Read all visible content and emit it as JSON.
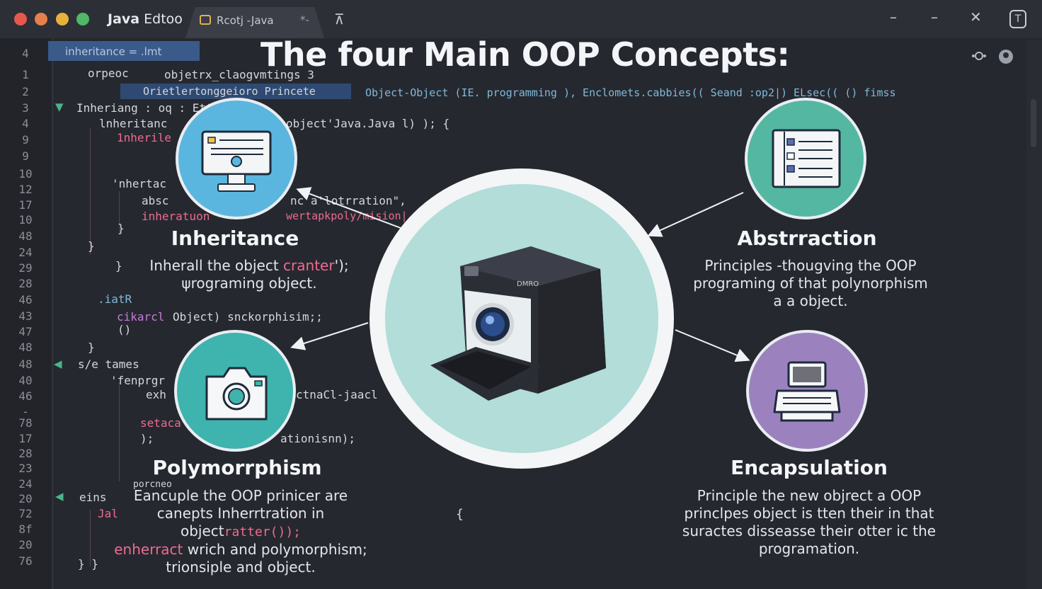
{
  "window": {
    "app_title_bold": "Java",
    "app_title_rest": "Edtoo",
    "tab_label": "Rcotj -Java",
    "tab_close_glyph": "*-",
    "tab_add_glyph": "⊼",
    "minimize_glyph": "–",
    "maximize_glyph": "–",
    "close_glyph": "✕",
    "corner_glyph": "T",
    "traffic_colors": [
      "#e5584c",
      "#e5804a",
      "#e6b13c",
      "#4fb968"
    ]
  },
  "editor": {
    "file_tab": "inheritance = .lmt",
    "line_numbers": [
      "4",
      "1",
      "2",
      "3",
      "4",
      "9",
      "9",
      "10",
      "12",
      "17",
      "10",
      "48",
      "24",
      "29",
      "28",
      "46",
      "43",
      "47",
      "48",
      "48",
      "40",
      "46",
      "-",
      "78",
      "17",
      "28",
      "23",
      "24",
      "20",
      "72",
      "8f",
      "20",
      "76"
    ],
    "code_lines": [
      {
        "text": "orpeoc",
        "color": "w"
      },
      {
        "text": "objetrx_claogvmtings 3",
        "color": "w"
      },
      {
        "text": "Orietlertonggeioro Princete",
        "color": "w"
      },
      {
        "text": "Object-Object (IE. programming  ),  Enclomets.cabbies(( Seand :op2|)  ELsec(( () fimss",
        "color": "b"
      },
      {
        "text": "Inheriang  :  oq             :  Ettons",
        "color": "w"
      },
      {
        "text": "lnheritanc",
        "color": "w"
      },
      {
        "text": "object'Java.Java l) );  {",
        "color": "w"
      },
      {
        "text": "1nherile",
        "color": "r"
      },
      {
        "text": "'nhertac",
        "color": "w"
      },
      {
        "text": "absc",
        "color": "w"
      },
      {
        "text": "nc a'lotrration\",",
        "color": "w"
      },
      {
        "text": "inheratuon",
        "color": "r"
      },
      {
        "text": "wertapkpoly/mision|",
        "color": "r"
      },
      {
        "text": ".iatR",
        "color": "b"
      },
      {
        "text": "cikarcl",
        "color": "p"
      },
      {
        "text": "Object) snckorphisim;;",
        "color": "w"
      },
      {
        "text": "s/e tames",
        "color": "w"
      },
      {
        "text": "'fenprgr",
        "color": "w"
      },
      {
        "text": "exh",
        "color": "w"
      },
      {
        "text": "ctnaCl-jaacl",
        "color": "w"
      },
      {
        "text": "setaca",
        "color": "r"
      },
      {
        "text": "ationisnn);",
        "color": "w"
      },
      {
        "text": "porcneo",
        "color": "w"
      },
      {
        "text": "eins",
        "color": "w"
      },
      {
        "text": "Jal",
        "color": "r"
      }
    ]
  },
  "headline": "The  four Main OOP Concepts:",
  "concepts": {
    "inheritance": {
      "title": "Inheritance",
      "desc1_a": "Inherall the object ",
      "desc1_b": "cranter",
      "desc1_c": "');",
      "desc2": "ψrograming object.",
      "color": "#5bb6df"
    },
    "abstraction": {
      "title": "Abstrraction",
      "desc1": "Principles -thougving the OOP",
      "desc2": "programing of that polynorphism",
      "desc3": "a a object.",
      "color": "#54b7a2"
    },
    "polymorphism": {
      "title": "Polymorrphism",
      "desc1": "Eancuple the OOP prinicer are",
      "desc2_a": "canepts Inherrtration in object",
      "desc2_b": "ratter());",
      "desc2_c": "{",
      "desc3_a": "enherract",
      "desc3_b": " wrich and polymorphism;",
      "desc4": "trionsiple and object.",
      "color": "#3fb3ad"
    },
    "encapsulation": {
      "title": "Encapsulation",
      "desc1": "Principle the new objrect a OOP",
      "desc2": "princlpes object is tten their in that",
      "desc3": "suractes disseasse their otter ic the",
      "desc4": "programation.",
      "color": "#9b82bf"
    }
  },
  "center_illustration": {
    "icon": "camera-box-icon",
    "fill_color": "#b2ddd9"
  }
}
